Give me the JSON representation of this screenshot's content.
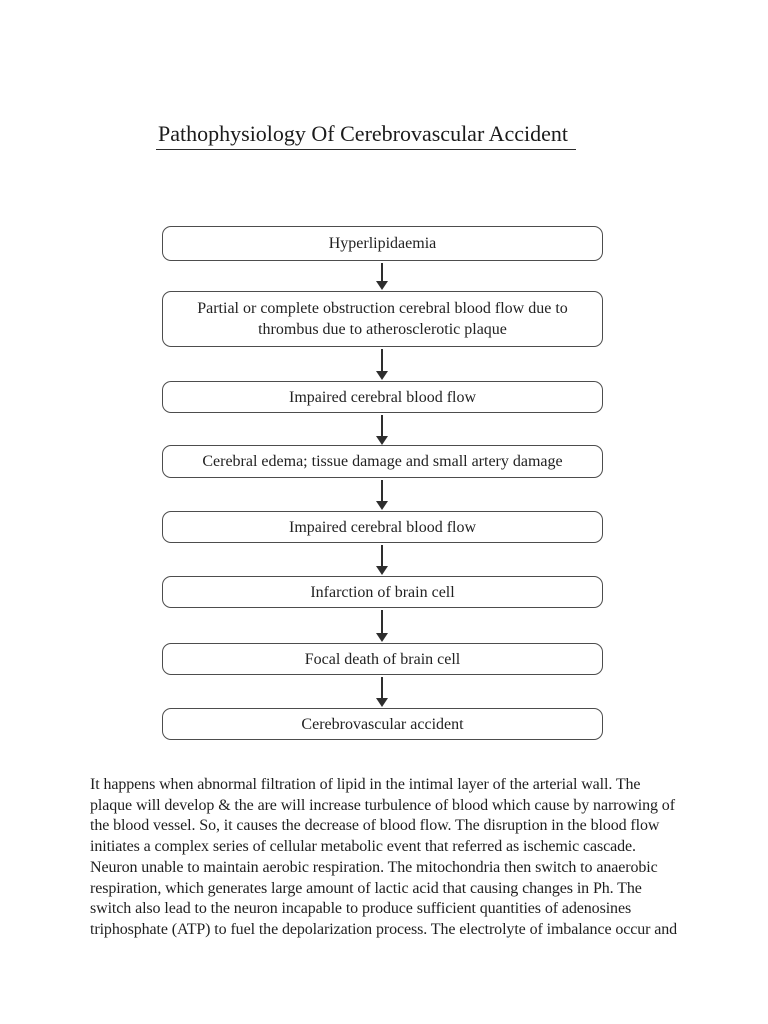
{
  "page": {
    "title": "Pathophysiology Of Cerebrovascular Accident"
  },
  "flowchart": {
    "steps": [
      {
        "label": "Hyperlipidaemia"
      },
      {
        "label": "Partial or complete obstruction cerebral blood flow due to thrombus due to atherosclerotic plaque"
      },
      {
        "label": "Impaired cerebral blood flow"
      },
      {
        "label": "Cerebral edema; tissue damage and small artery damage"
      },
      {
        "label": "Impaired cerebral blood flow"
      },
      {
        "label": "Infarction of brain cell"
      },
      {
        "label": "Focal death of brain cell"
      },
      {
        "label": "Cerebrovascular accident"
      }
    ]
  },
  "paragraph": {
    "lines": [
      "It happens when abnormal filtration of lipid in the intimal layer of the arterial wall. The",
      "plaque will develop & the are will increase turbulence of blood which cause by narrowing of",
      "the blood vessel. So, it causes the decrease of blood flow. The disruption in the blood flow",
      "initiates a complex series of cellular metabolic event that referred as ischemic cascade.",
      "Neuron unable to maintain aerobic respiration. The mitochondria then switch to anaerobic",
      "respiration, which generates large amount of lactic acid that causing changes in Ph. The",
      "switch also lead to the neuron incapable to produce sufficient quantities of adenosines",
      "triphosphate (ATP) to fuel the depolarization process. The electrolyte of imbalance occur and"
    ]
  },
  "colors": {
    "background": "#ffffff",
    "text": "#1f1f1f",
    "box_border": "#4d4d4d",
    "arrow": "#2e2e2e"
  }
}
